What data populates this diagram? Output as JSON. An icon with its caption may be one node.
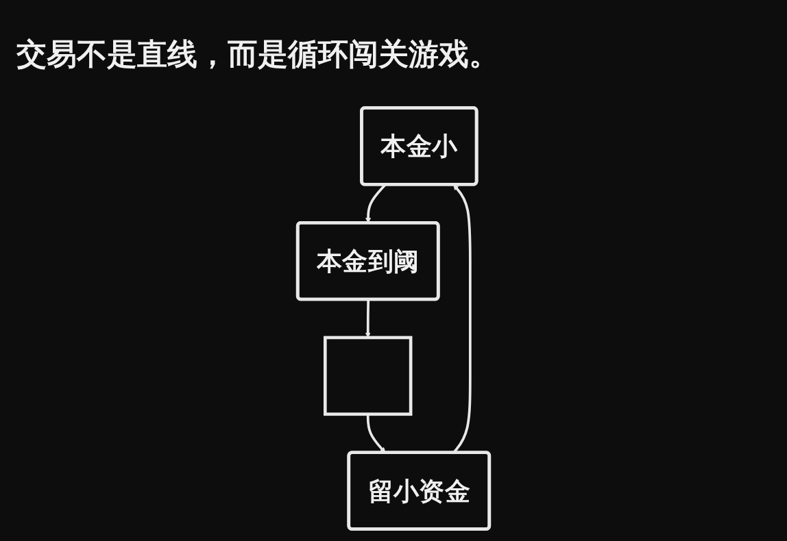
{
  "diagram": {
    "title": "交易不是直线，而是循环闯关游戏。",
    "nodes": [
      {
        "text": [
          "本金小"
        ]
      },
      {
        "text": [
          "本金到阈"
        ]
      },
      {
        "text": [],
        "shape": "box"
      },
      {
        "text": [
          "留小资金"
        ]
      }
    ],
    "edges": [
      {
        "from": 0,
        "to": 1,
        "arrow": "to"
      },
      {
        "from": 1,
        "to": 2,
        "arrow": "to"
      },
      {
        "from": 2,
        "to": 3,
        "arrow": "to"
      },
      {
        "from": 3,
        "to": 0,
        "arrow": "to"
      }
    ]
  }
}
